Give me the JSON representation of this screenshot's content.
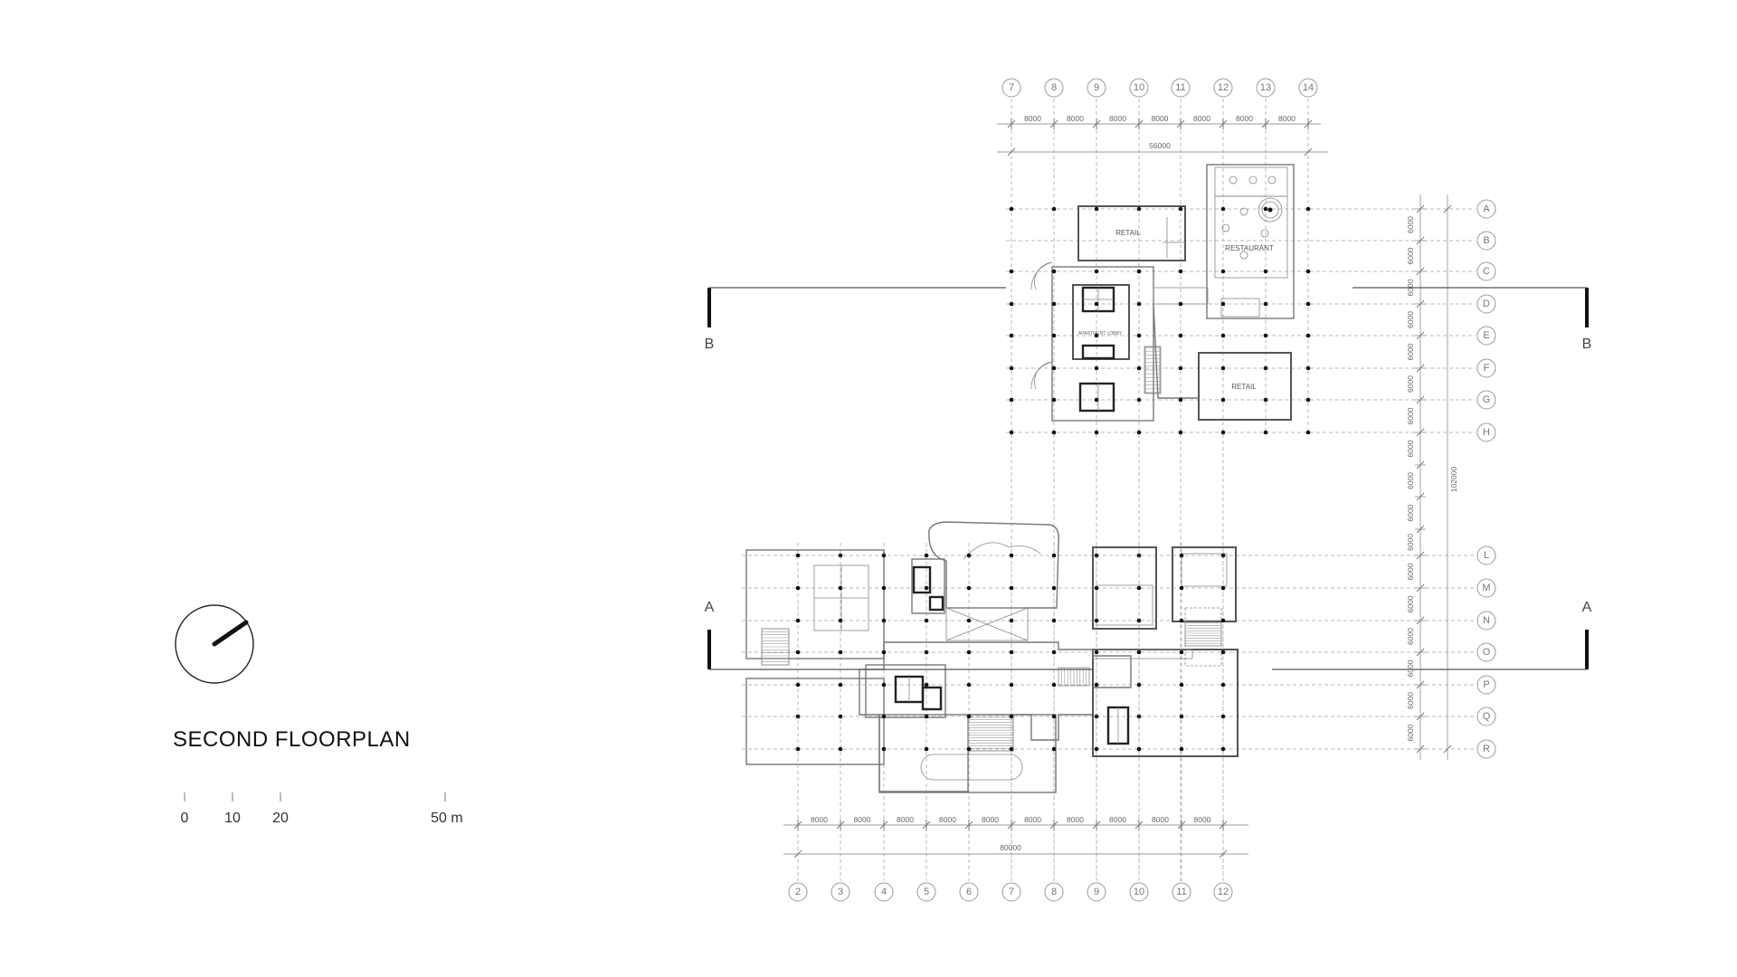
{
  "drawing": {
    "title": "SECOND FLOORPLAN",
    "scale_bar": {
      "ticks": [
        "0",
        "10",
        "20",
        "50"
      ],
      "unit": "m"
    },
    "north_arrow": {
      "angle_deg": 55
    }
  },
  "top_building": {
    "grid_columns": [
      "7",
      "8",
      "9",
      "10",
      "11",
      "12",
      "13",
      "14"
    ],
    "column_spacing_labels": [
      "8000",
      "8000",
      "8000",
      "8000",
      "8000",
      "8000",
      "8000"
    ],
    "overall_width": "56000",
    "rooms": {
      "retail_north": "RETAIL",
      "retail_south": "RETAIL",
      "restaurant": "RESTAURANT",
      "apartment_lobby": "APARTMENT LOBBY"
    }
  },
  "bottom_building": {
    "grid_columns": [
      "2",
      "3",
      "4",
      "5",
      "6",
      "7",
      "8",
      "9",
      "10",
      "11",
      "12"
    ],
    "column_spacing_labels": [
      "8000",
      "8000",
      "8000",
      "8000",
      "8000",
      "8000",
      "8000",
      "8000",
      "8000",
      "8000"
    ],
    "overall_width": "80000"
  },
  "grid_rows": [
    "A",
    "B",
    "C",
    "D",
    "E",
    "F",
    "G",
    "H",
    "L",
    "M",
    "N",
    "O",
    "P",
    "Q",
    "R"
  ],
  "row_spacing_labels": [
    "6000",
    "6000",
    "6000",
    "6000",
    "6000",
    "6000",
    "6000",
    "6000",
    "6000",
    "6000",
    "6000",
    "6000",
    "6000",
    "6000",
    "6000",
    "6000",
    "6000"
  ],
  "overall_height": "102000",
  "section_markers": {
    "upper": "B",
    "lower": "A"
  }
}
